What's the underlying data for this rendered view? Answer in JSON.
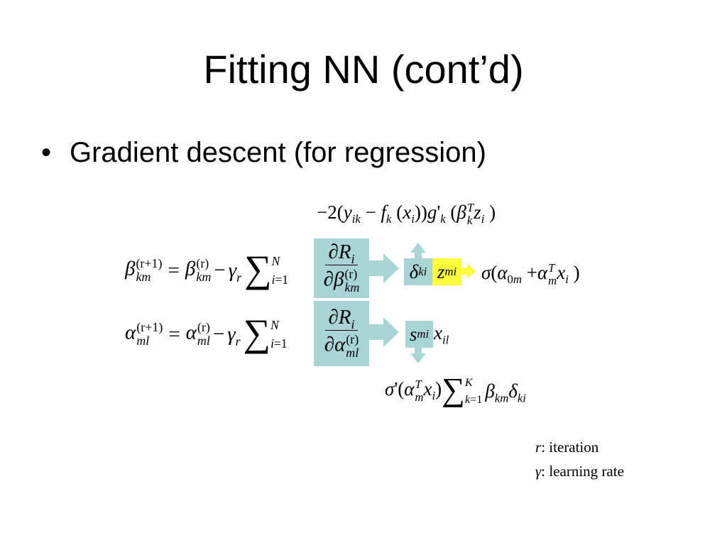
{
  "slide": {
    "title": "Fitting NN (cont’d)",
    "bullet_marker": "•",
    "bullet_text": "Gradient descent (for regression)"
  },
  "notes": {
    "r_symbol": "r",
    "r_label": ": iteration",
    "gamma_symbol": "γ",
    "gamma_label": ": learning rate"
  },
  "colors": {
    "box_blue": "#a8d4d6",
    "highlight_yellow": "#ffff3e",
    "arrow_blue": "#a8d4d6"
  }
}
